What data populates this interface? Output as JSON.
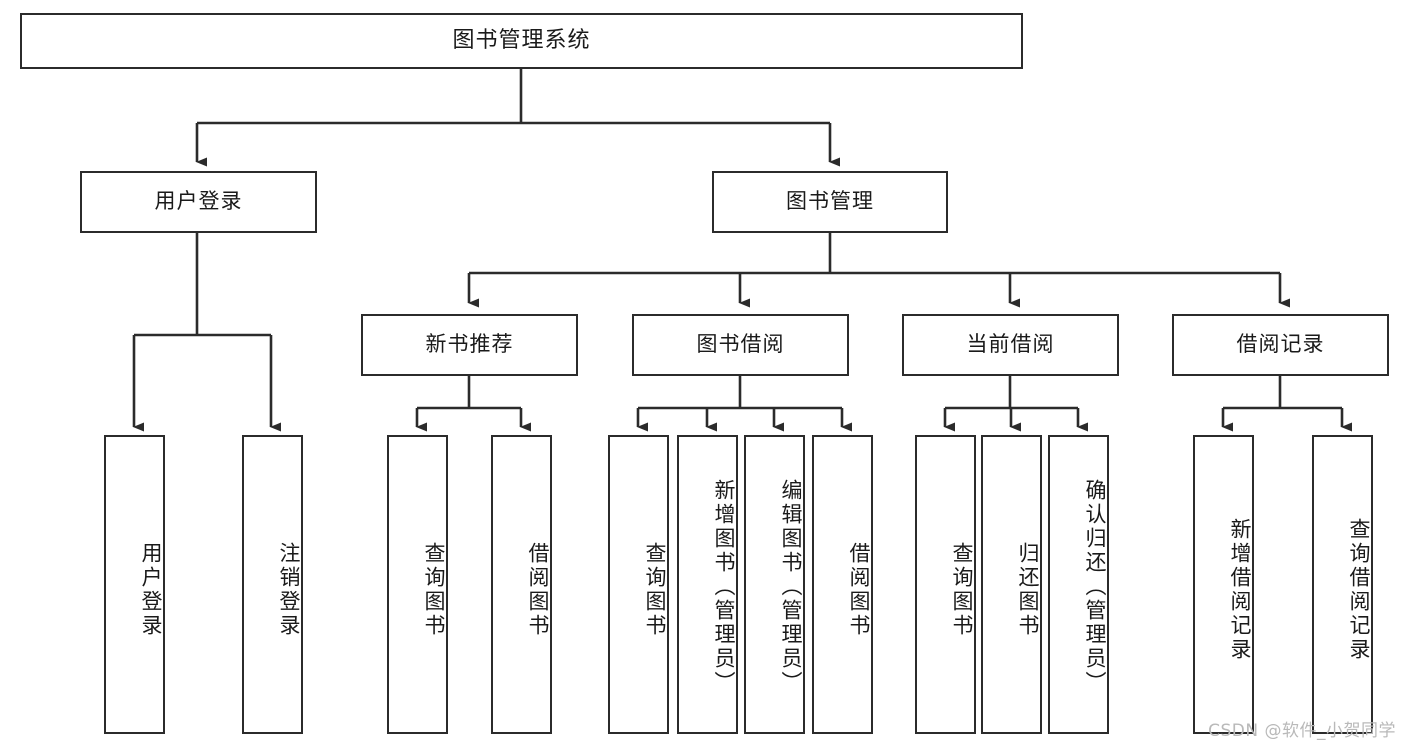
{
  "diagram": {
    "type": "tree",
    "title": "图书管理系统",
    "watermark": "CSDN @软件_小贺同学",
    "colors": {
      "box_border": "#2b2b2b",
      "box_fill": "#ffffff",
      "edge": "#2b2b2b",
      "text": "#1a1a1a",
      "watermark": "#b9b9b9"
    },
    "nodes": {
      "root": "图书管理系统",
      "level1": [
        "用户登录",
        "图书管理"
      ],
      "level2": [
        "新书推荐",
        "图书借阅",
        "当前借阅",
        "借阅记录"
      ],
      "leaves": {
        "user_login": [
          "用户登录",
          "注销登录"
        ],
        "new_book_rec": [
          "查询图书",
          "借阅图书"
        ],
        "book_borrow": [
          "查询图书",
          "新增图书（管理员）",
          "编辑图书（管理员）",
          "借阅图书"
        ],
        "current_borrow": [
          "查询图书",
          "归还图书",
          "确认归还（管理员）"
        ],
        "borrow_record": [
          "新增借阅记录",
          "查询借阅记录"
        ]
      }
    },
    "edges": [
      {
        "from": "图书管理系统",
        "to": "用户登录"
      },
      {
        "from": "图书管理系统",
        "to": "图书管理"
      },
      {
        "from": "用户登录",
        "to": "用户登录"
      },
      {
        "from": "用户登录",
        "to": "注销登录"
      },
      {
        "from": "图书管理",
        "to": "新书推荐"
      },
      {
        "from": "图书管理",
        "to": "图书借阅"
      },
      {
        "from": "图书管理",
        "to": "当前借阅"
      },
      {
        "from": "图书管理",
        "to": "借阅记录"
      },
      {
        "from": "新书推荐",
        "to": "查询图书"
      },
      {
        "from": "新书推荐",
        "to": "借阅图书"
      },
      {
        "from": "图书借阅",
        "to": "查询图书"
      },
      {
        "from": "图书借阅",
        "to": "新增图书（管理员）"
      },
      {
        "from": "图书借阅",
        "to": "编辑图书（管理员）"
      },
      {
        "from": "图书借阅",
        "to": "借阅图书"
      },
      {
        "from": "当前借阅",
        "to": "查询图书"
      },
      {
        "from": "当前借阅",
        "to": "归还图书"
      },
      {
        "from": "当前借阅",
        "to": "确认归还（管理员）"
      },
      {
        "from": "借阅记录",
        "to": "新增借阅记录"
      },
      {
        "from": "借阅记录",
        "to": "查询借阅记录"
      }
    ]
  }
}
